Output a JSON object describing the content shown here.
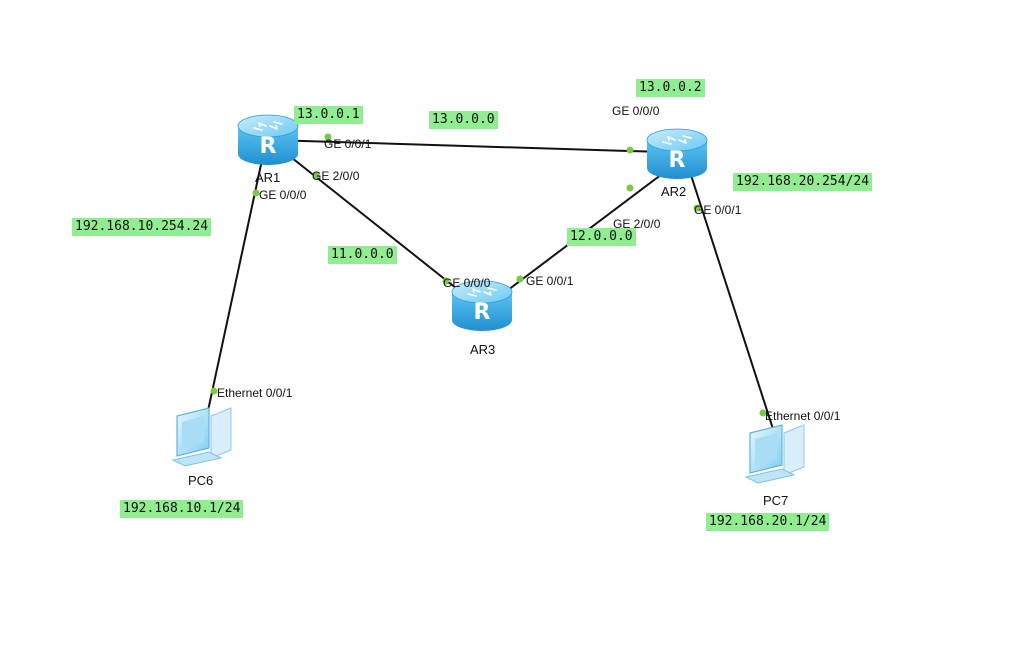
{
  "devices": {
    "ar1": "AR1",
    "ar2": "AR2",
    "ar3": "AR3",
    "pc6": "PC6",
    "pc7": "PC7"
  },
  "interfaces": {
    "ar1_ge001": "GE 0/0/1",
    "ar1_ge200": "GE 2/0/0",
    "ar1_ge000": "GE 0/0/0",
    "ar2_ge000": "GE 0/0/0",
    "ar2_ge200": "GE 2/0/0",
    "ar2_ge001": "GE 0/0/1",
    "ar3_ge000": "GE 0/0/0",
    "ar3_ge001": "GE 0/0/1",
    "pc6_eth": "Ethernet 0/0/1",
    "pc7_eth": "Ethernet 0/0/1"
  },
  "addresses": {
    "ar1_ip": "13.0.0.1",
    "net_ar1_ar2": "13.0.0.0",
    "ar2_ip": "13.0.0.2",
    "ar1_lan": "192.168.10.254.24",
    "net_ar1_ar3": "11.0.0.0",
    "net_ar2_ar3": "12.0.0.0",
    "ar2_lan": "192.168.20.254/24",
    "pc6_ip": "192.168.10.1/24",
    "pc7_ip": "192.168.20.1/24"
  },
  "colors": {
    "tag_bg": "#90ee90",
    "link": "#111111",
    "port_dot": "#7ac943",
    "router_body": "#3aa9e0",
    "router_top": "#7fd0f5"
  }
}
